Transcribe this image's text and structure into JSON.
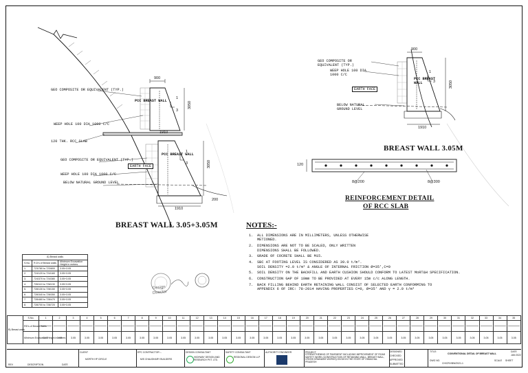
{
  "left_drawing": {
    "labels": {
      "geo_composite": "GEO COMPOSITE OR EQUIVALENT (TYP.)",
      "weep_hole_top": "WEEP HOLE 100 DIA 1000 C/C",
      "rcc_slab": "120 THK. RCC SLAB",
      "geo_composite_lower": "GEO COMPOSITE OR EQUIVALENT (TYP.)",
      "weep_hole_lower": "WEEP HOLE 100 DIA 1000 C/C",
      "below_natural": "BELOW NATURAL GROUND LEVEL",
      "earth_face": "EARTH FACE",
      "pcc_upper": "PCC BREAST WALL",
      "pcc_lower": "PCC BREAST WALL"
    },
    "dims": {
      "top_width": "900",
      "height_upper": "3050",
      "base_upper": "1910",
      "height_lower": "3050",
      "base_lower": "1910",
      "footing_depth": "200",
      "slope_v": "1",
      "slope_h": "3",
      "slope_v2": "1",
      "slope_h2": "3"
    },
    "title": "BREAST WALL 3.05+3.05M"
  },
  "right_drawing": {
    "labels": {
      "geo_composite": "GEO COMPOSITE OR EQUIVALENT (TYP.)",
      "weep_hole": "WEEP HOLE 100 DIA 1000 C/C",
      "earth_face": "EARTH FACE",
      "pcc": "PCC BREAST WALL",
      "below_natural": "BELOW NATURAL GROUND LEVEL"
    },
    "dims": {
      "top_width": "900",
      "height": "3050",
      "base": "1910",
      "slope_v": "1",
      "slope_h": "3"
    },
    "title": "BREAST WALL 3.05M"
  },
  "slab_detail": {
    "thickness": "120",
    "bar_left": "8@200",
    "bar_right": "8@300",
    "title_line1": "REINFORCEMENT DETAIL",
    "title_line2": "OF RCC SLAB"
  },
  "notes": {
    "heading": "NOTES:-",
    "items": [
      {
        "num": "1.",
        "lines": [
          "ALL DIMENSIONS ARE IN MILLIMETERS, UNLESS OTHERWISE",
          "METIONED."
        ]
      },
      {
        "num": "2.",
        "lines": [
          "DIMENSIONS ARE NOT TO BE SCALED, ONLY WRITTEN",
          "DIMENSIONS SHALL BE FOLLOWED."
        ]
      },
      {
        "num": "3.",
        "lines": [
          "GRADE OF COCRETE SHALL BE M15."
        ]
      },
      {
        "num": "4.",
        "lines": [
          "SBC AT FOOTING LEVEL IS CONSIDERED AS 39.0 t/m².",
          "SOIL DENSITY =2.0 t/m³ & ANGLE OF INTERNAL FRICTION Ø=35',C=0"
        ]
      },
      {
        "num": "5.",
        "lines": [
          "SOIL DENSITY ON THE BACKFILL AND EARTH CUSHION SHOULD CONFORM TO LATEST MoRT&H SPECIFICATION."
        ]
      },
      {
        "num": "6.",
        "lines": [
          "CONSTRUCTION GAP OF 10mm TO BE PROVIDED AT EVERY 15m c/c ALONG LENGTH."
        ]
      },
      {
        "num": "7.",
        "lines": [
          "BACK FILLING BEHIND EARTH RETAINING WALL CONSIST OF SELECTED EARTH CONFORMING TO",
          "APPENDIX 6 OF IRC: 78-2014 HAVING PROPERTIES C=0, Ø=35' AND γ = 2.0 t/m³"
        ]
      }
    ]
  },
  "small_table": {
    "caption": "A) Breast walls",
    "headers": [
      "S.No.",
      "R.D's of Breast walls",
      "Minimum Excavation Height in meters"
    ],
    "rows": [
      [
        "1.",
        "723/780 to 723/800",
        "3.05+3.05"
      ],
      [
        "2.",
        "724/120 to 724/160",
        "3.05+3.05"
      ],
      [
        "3.",
        "724/370 to 724/380",
        "3.05+3.05"
      ],
      [
        "4.",
        "726/110 to 726/130",
        "3.05+3.05"
      ],
      [
        "5.",
        "728/130 to 728/150",
        "3.05+3.05"
      ],
      [
        "6.",
        "728/340 to 728/350",
        "3.05+3.05"
      ],
      [
        "7.",
        "728/460 to 728/470",
        "3.05+3.05"
      ],
      [
        "8.",
        "728/700 to 728/720",
        "3.05+3.05"
      ]
    ]
  },
  "stamp": {
    "text_line1": "Design",
    "text_line2": "Director"
  },
  "schedule": {
    "row_labels": [
      "S.No.",
      "RD's of Breast Walls",
      "Minimum Excavation Height in meters"
    ],
    "side_label": "B) Breast walls",
    "columns": [
      "1",
      "2",
      "3",
      "4",
      "5",
      "6",
      "7",
      "8",
      "9",
      "10",
      "11",
      "12",
      "13",
      "14",
      "15",
      "16",
      "17",
      "18",
      "19",
      "20",
      "21",
      "22",
      "23",
      "24",
      "25",
      "26",
      "27",
      "28",
      "29",
      "30",
      "31",
      "32",
      "33",
      "34",
      "35"
    ],
    "value": "3.05"
  },
  "title_block": {
    "client": "CLIENT",
    "client_name": "MORTH HP CIRCLE",
    "contractor": "EPC CONTRACTOR :-",
    "contractor_name": "M/S CHAUDHARY BUILDERS",
    "design": "DESIGN CONSULTANT",
    "design_name": "HIGHWAY DESIGN AND RESEARCH PVT. LTD.",
    "safety": "SAFETY CONSULTANT",
    "safety_name": "REGIONAL DESIGN LLP",
    "authority": "AUTHORITY ENGINEER",
    "project": "PROJECT",
    "project_text": "STRENGTHENING OF PAVEMENT INCLUDING IMPROVEMENT OF ROAD SAFETY WORK (CONSTRUCTION OF RETAINING WALL, BREAST WALL, CROSS DRAINAGE WORKS) ON NH IN THE STATE OF HIMACHAL PRADESH",
    "rev_rows": [
      "DESIGNED",
      "CHECKED",
      "APPROVED",
      "SUBMITTED"
    ],
    "title_label": "TITLE:",
    "title_value": "CONVENTIONAL DETAIL OF BREAST WALL",
    "date_label": "DATE",
    "date_value": "JAN 2022",
    "dwg_label": "DWG NO.",
    "dwg_value": "CH/CRV/BW/2021-1",
    "scale": "SCALE",
    "sheet": "SHEET",
    "rev": "REV",
    "desc": "DESCRIPTION",
    "date2": "DATE"
  }
}
